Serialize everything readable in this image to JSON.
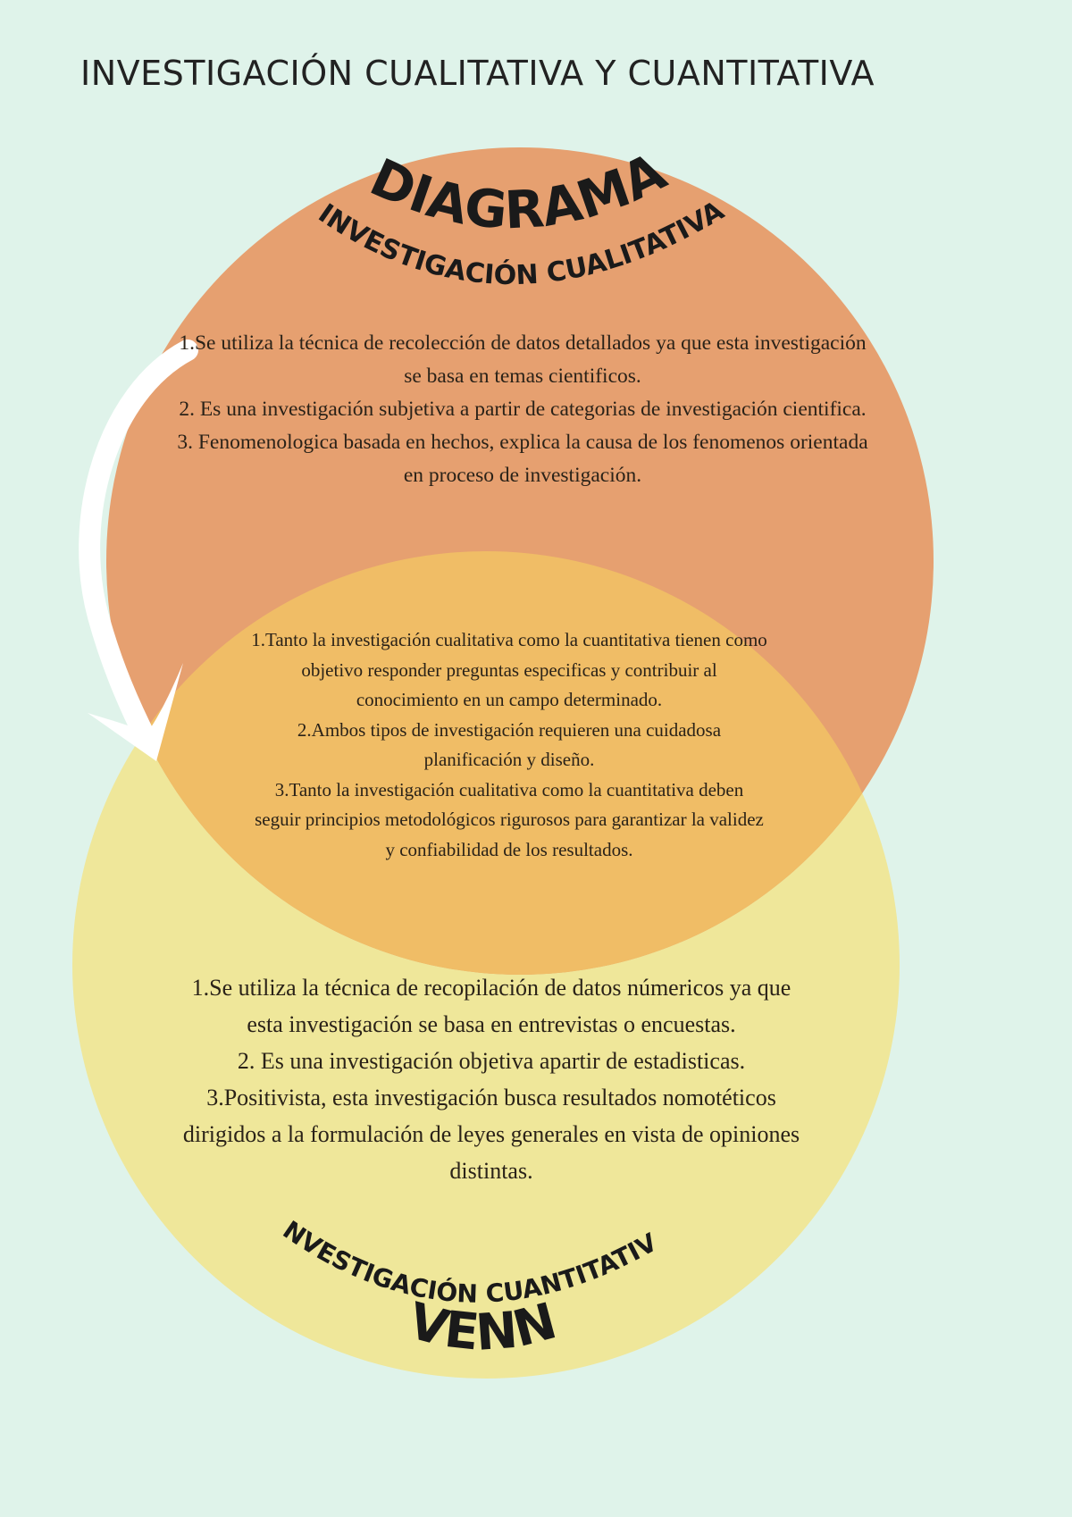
{
  "title": "INVESTIGACIÓN CUALITATIVA Y CUANTITATIVA",
  "colors": {
    "background": "#dff3ea",
    "qualitative_circle": "#e6a070",
    "quantitative_circle": "#efe79a",
    "overlap": "#f0bd66",
    "arrow": "#ffffff"
  },
  "diagram": {
    "heading_top": "DIAGRAMA",
    "heading_bottom": "VENN",
    "qualitative": {
      "label": "INVESTIGACIÓN CUALITATIVA",
      "items": [
        "1.Se utiliza la técnica de recolección de datos detallados ya que esta investigación se basa en temas cientificos.",
        "2. Es una investigación subjetiva a partir de categorias de investigación cientifica.",
        "3. Fenomenologica basada en hechos, explica la causa de los fenomenos orientada en proceso de investigación."
      ]
    },
    "common": {
      "items": [
        "1.Tanto la investigación cualitativa como la cuantitativa tienen como objetivo responder preguntas especificas y contribuir al conocimiento en un campo determinado.",
        "2.Ambos tipos de investigación requieren una cuidadosa planificación y diseño.",
        "3.Tanto la investigación cualitativa como la cuantitativa deben seguir principios metodológicos rigurosos para garantizar la validez y confiabilidad de los resultados."
      ]
    },
    "quantitative": {
      "label": "INVESTIGACIÓN CUANTITATIVA",
      "items": [
        "1.Se utiliza la técnica de recopilación de datos númericos ya que esta investigación se basa en entrevistas o encuestas.",
        "2. Es una investigación objetiva apartir de estadisticas.",
        "3.Positivista, esta investigación busca resultados nomotéticos dirigidos a la formulación de leyes generales en vista de opiniones distintas."
      ]
    },
    "arrow_icon": "curved-arrow-icon"
  }
}
